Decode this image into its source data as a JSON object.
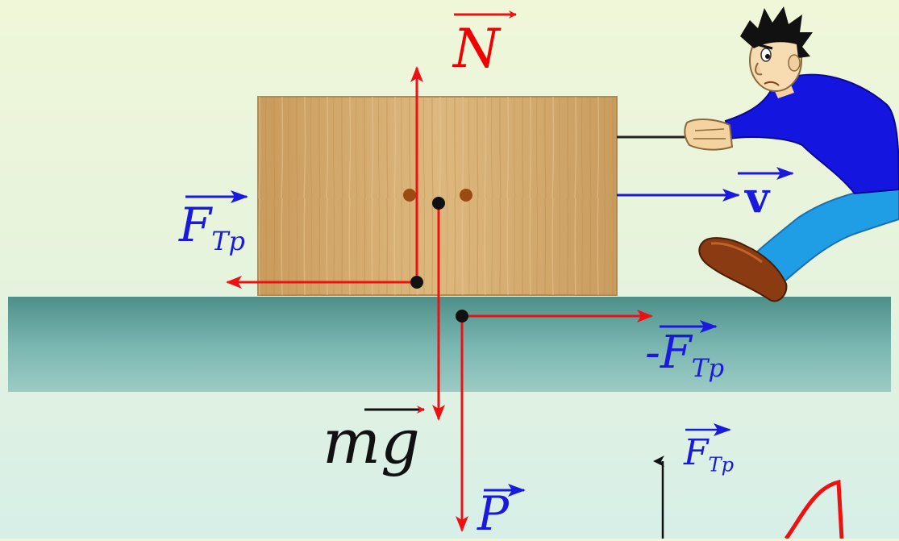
{
  "labels": {
    "normal_force": "N",
    "friction_force": "F",
    "friction_sub": "Tp",
    "velocity": "v",
    "neg_friction": "-F",
    "neg_friction_sub": "Tp",
    "gravity": "mg",
    "weight": "P",
    "graph_axis": "F",
    "graph_axis_sub": "Tp"
  },
  "colors": {
    "force_arrows": "#ee1111",
    "blue_vectors": "#1a1adf",
    "table": "#5e9c96",
    "box": "#d3aa6c",
    "shirt": "#1515e0",
    "pants": "#1f9ee6",
    "shoe": "#8a3b12"
  }
}
